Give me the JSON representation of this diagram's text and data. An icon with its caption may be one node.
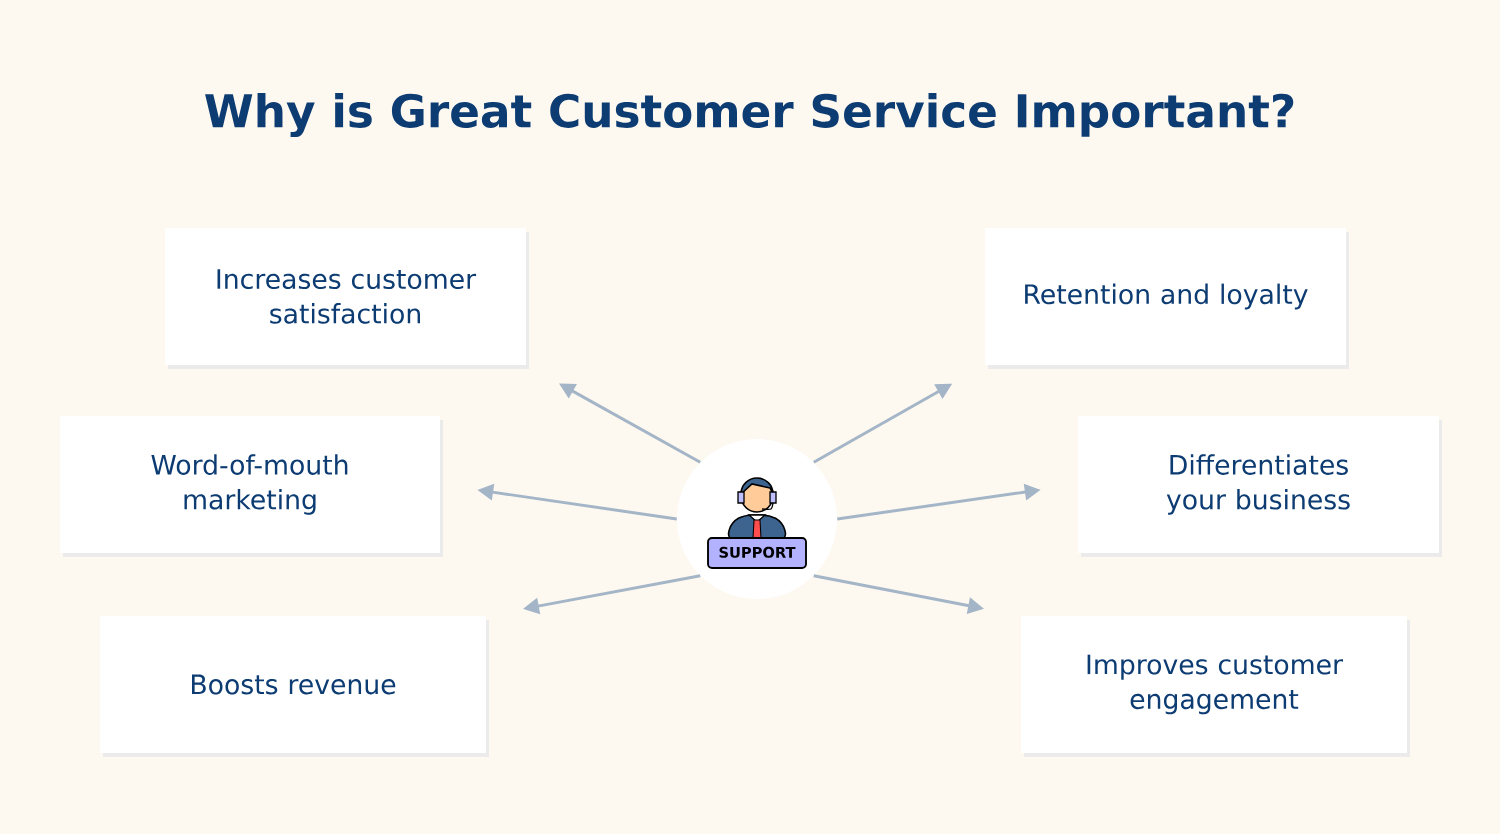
{
  "diagram": {
    "title": "Why is Great Customer Service Important?",
    "nodes": [
      {
        "text": [
          "SUPPORT"
        ]
      },
      {
        "text": [
          "Increases customer satisfaction"
        ]
      },
      {
        "text": [
          "Retention and loyalty"
        ]
      },
      {
        "text": [
          "Word-of-mouth marketing"
        ]
      },
      {
        "text": [
          "Differentiates your business"
        ]
      },
      {
        "text": [
          "Boosts revenue"
        ]
      },
      {
        "text": [
          "Improves customer engagement"
        ]
      }
    ],
    "edges": [
      {
        "from": 0,
        "to": 1,
        "arrow": "to"
      },
      {
        "from": 0,
        "to": 2,
        "arrow": "to"
      },
      {
        "from": 0,
        "to": 3,
        "arrow": "to"
      },
      {
        "from": 0,
        "to": 4,
        "arrow": "to"
      },
      {
        "from": 0,
        "to": 5,
        "arrow": "to"
      },
      {
        "from": 0,
        "to": 6,
        "arrow": "to"
      }
    ]
  }
}
